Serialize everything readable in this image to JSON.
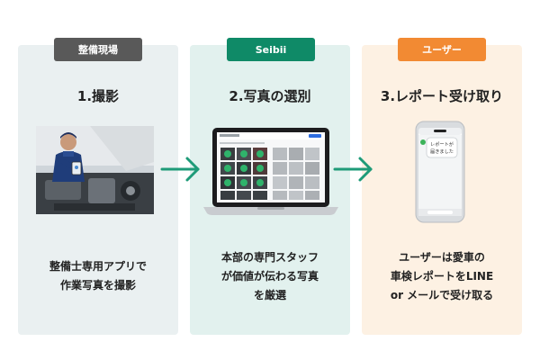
{
  "steps": [
    {
      "badge": "整備現場",
      "title": "1.撮影",
      "desc_lines": [
        "整備士専用アプリで",
        "作業写真を撮影"
      ],
      "image": "mechanic-photographing-engine-photo",
      "badge_color": "#595959",
      "panel_color": "#eaf0f1"
    },
    {
      "badge": "Seibii",
      "title": "2.写真の選別",
      "desc_lines": [
        "本部の専門スタッフ",
        "が価値が伝わる写真",
        "を厳選"
      ],
      "image": "laptop-photo-grid-illustration",
      "badge_color": "#0f8a67",
      "panel_color": "#e2f1ee"
    },
    {
      "badge": "ユーザー",
      "title": "3.レポート受け取り",
      "desc_lines": [
        "ユーザーは愛車の",
        "車検レポートをLINE",
        "or メールで受け取る"
      ],
      "image": "smartphone-chat-illustration",
      "bubble_lines": [
        "レポートが",
        "届きました"
      ],
      "badge_color": "#f28a33",
      "panel_color": "#fdf1e3"
    }
  ],
  "arrow_color": "#1e9b78"
}
